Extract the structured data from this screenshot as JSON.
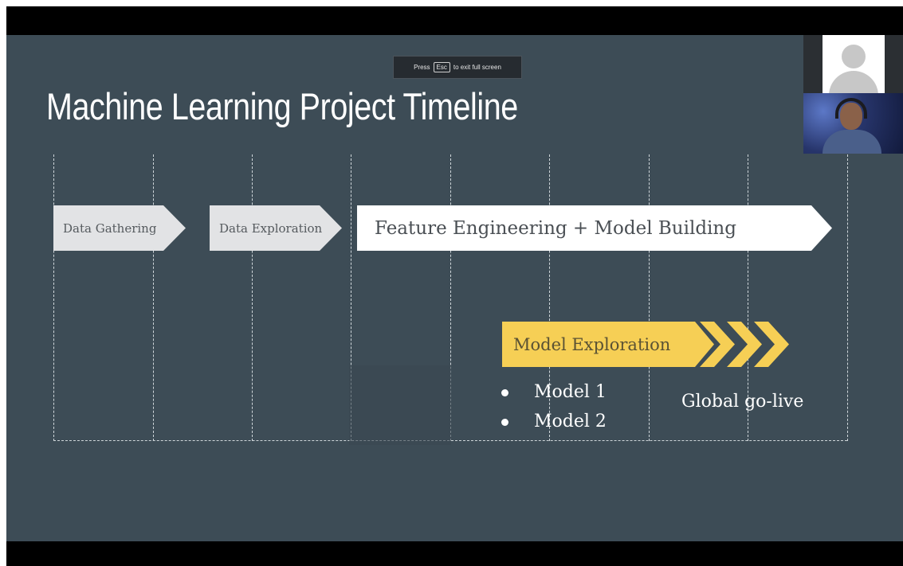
{
  "fullscreen_hint": {
    "prefix": "Press",
    "key": "Esc",
    "suffix": "to exit full screen"
  },
  "slide": {
    "title": "Machine Learning Project Timeline",
    "stages": [
      {
        "label": "Data Gathering",
        "color": "#e2e3e5"
      },
      {
        "label": "Data Exploration",
        "color": "#e2e3e5"
      },
      {
        "label": "Feature Engineering + Model Building",
        "color": "#ffffff"
      },
      {
        "label": "Model Exploration",
        "color": "#f6cf55"
      }
    ],
    "models": [
      "Model 1",
      "Model 2"
    ],
    "go_live": "Global go-live"
  },
  "participants": [
    {
      "icon": "avatar-icon"
    },
    {
      "icon": "webcam-feed"
    }
  ],
  "colors": {
    "slide_background": "#3d4c56",
    "accent_yellow": "#f6cf55"
  }
}
